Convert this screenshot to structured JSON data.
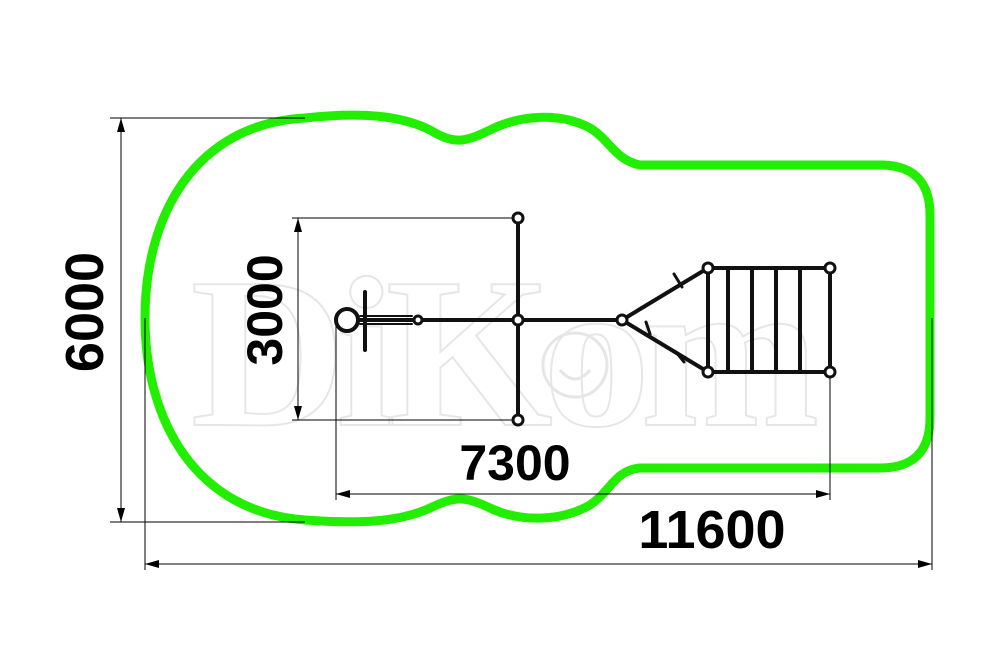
{
  "dimensions": {
    "total_height": "6000",
    "equipment_height": "3000",
    "equipment_length": "7300",
    "total_length": "11600"
  },
  "watermark": {
    "text": "DiKom"
  },
  "colors": {
    "safety_zone": "#22ee00",
    "lines": "#000000",
    "equipment": "#111111",
    "watermark_outline": "#e6e6e6"
  }
}
